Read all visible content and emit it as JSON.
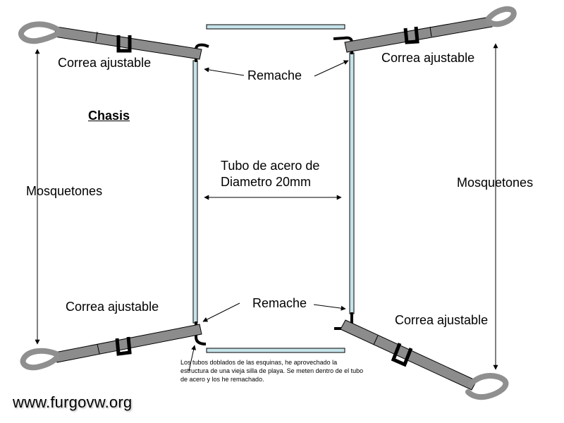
{
  "labels": {
    "correa_top_left": "Correa ajustable",
    "correa_top_right": "Correa ajustable",
    "correa_bottom_left": "Correa ajustable",
    "correa_bottom_right": "Correa ajustable",
    "remache_top": "Remache",
    "remache_bottom": "Remache",
    "chasis": "Chasis",
    "mosquetones_left": "Mosquetones",
    "mosquetones_right": "Mosquetones",
    "tubo_line1": "Tubo de acero de",
    "tubo_line2": "Diametro 20mm"
  },
  "note": "Los tubos doblados de las esquinas, he aprovechado la estructura de una vieja silla de playa. Se meten dentro de el tubo de acero y los he remachado.",
  "watermark": "www.furgovw.org",
  "colors": {
    "tube_fill": "#c6e3ea",
    "strap_fill": "#8c8c8c",
    "carabiner": "#8f8f8f",
    "buckle": "#000000"
  }
}
